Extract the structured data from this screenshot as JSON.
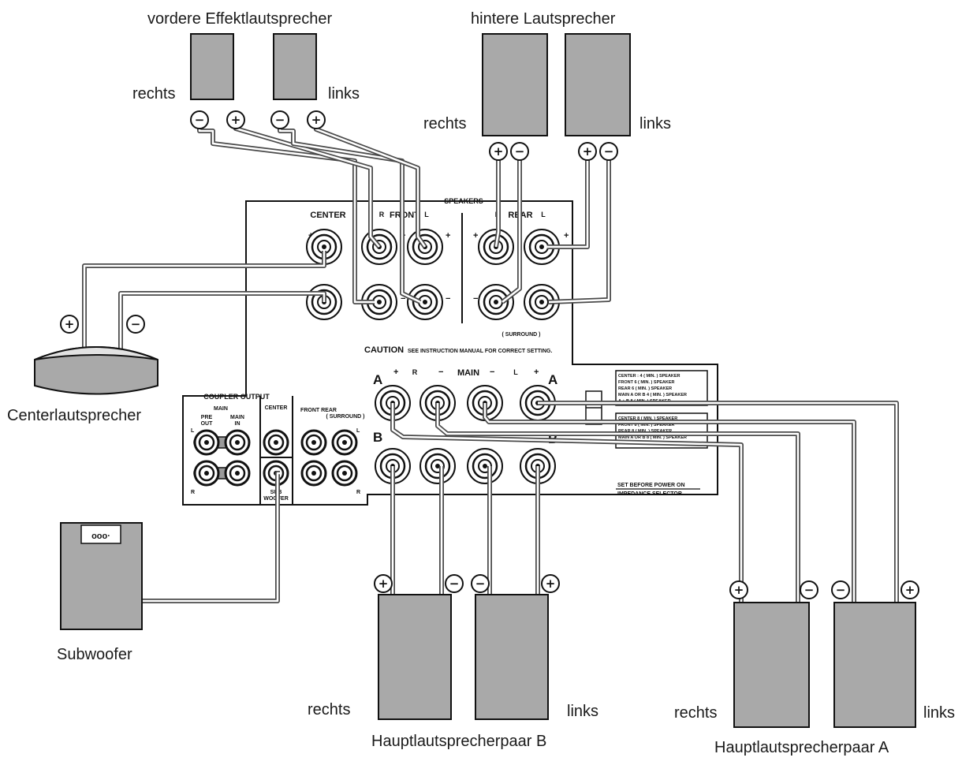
{
  "labels": {
    "front_effect_title": "vordere Effektlautsprecher",
    "front_effect_right": "rechts",
    "front_effect_left": "links",
    "rear_title": "hintere Lautsprecher",
    "rear_right": "rechts",
    "rear_left": "links",
    "center_speaker": "Centerlautsprecher",
    "subwoofer": "Subwoofer",
    "main_b_title": "Hauptlautsprecherpaar B",
    "main_b_right": "rechts",
    "main_b_left": "links",
    "main_a_title": "Hauptlautsprecherpaar A",
    "main_a_right": "rechts",
    "main_a_left": "links"
  },
  "polarity": {
    "plus": "+",
    "minus": "−"
  },
  "subwoofer_display": "ooo·",
  "panel": {
    "speakers": "SPEAKERS",
    "center": "CENTER",
    "front": "FRONT",
    "rear": "REAR",
    "surround": "( SURROUND )",
    "ch_r": "R",
    "ch_l": "L",
    "caution_word": "CAUTION",
    "caution_text": "SEE INSTRUCTION MANUAL FOR CORRECT SETTING.",
    "main": "MAIN",
    "a": "A",
    "b": "B",
    "coupler_output": "COUPLER OUTPUT",
    "coupler_main": "MAIN",
    "pre_out_1": "PRE",
    "pre_out_2": "OUT",
    "main_in_1": "MAIN",
    "main_in_2": "IN",
    "coupler_center": "CENTER",
    "front_rear": "FRONT REAR",
    "coupler_surround": "( SURROUND )",
    "sub_woofer_1": "SUB",
    "sub_woofer_2": "WOOFER",
    "set_before": "SET BEFORE POWER ON",
    "impedance_selector": "IMPEDANCE SELECTOR",
    "imp_top": [
      "CENTER : 4     ( MIN. ) SPEAKER",
      "FRONT         6 ( MIN. ) SPEAKER",
      "REAR           6 ( MIN. ) SPEAKER",
      "MAIN A OR B  4 ( MIN. ) SPEAKER",
      "A + B  8 ( MIN. ) SPEAKER"
    ],
    "imp_bottom": [
      "CENTER        8 ( MIN. ) SPEAKER",
      "FRONT          8 ( MIN. ) SPEAKER",
      "REAR            8 ( MIN. ) SPEAKER",
      "MAIN A OR B  8 ( MIN. ) SPEAKER"
    ]
  }
}
